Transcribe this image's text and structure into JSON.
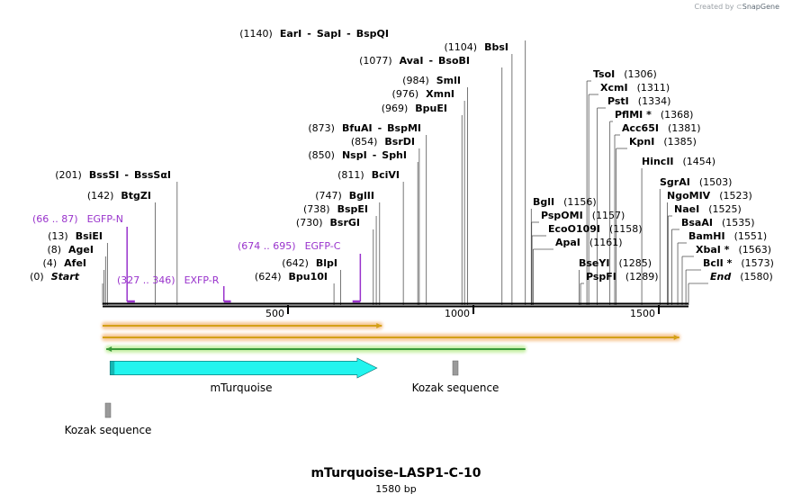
{
  "credit": {
    "prefix": "Created by",
    "brand": "SnapGene"
  },
  "plasmid": {
    "name": "mTurquoise-LASP1-C-10",
    "length_label": "1580 bp",
    "length": 1580
  },
  "axis_ticks": [
    {
      "pos": 500,
      "label": "500"
    },
    {
      "pos": 1000,
      "label": "1000"
    },
    {
      "pos": 1500,
      "label": "1500"
    }
  ],
  "colors": {
    "enzyme": "#000000",
    "primer": "#9933cc",
    "cds": "#22f4ee",
    "orf_fill": "#d4a017",
    "orf_glow": "#f7c896",
    "orf_rev_fill": "#3a9a3a",
    "orf_rev_glow": "#c9f0a8",
    "misc": "#9a9a9a"
  },
  "sites": [
    {
      "pos": 0,
      "text": "(0)",
      "name": "Start",
      "italic": true
    },
    {
      "pos": 4,
      "text": "(4)",
      "name": "AfeI"
    },
    {
      "pos": 8,
      "text": "(8)",
      "name": "AgeI"
    },
    {
      "pos": 13,
      "text": "(13)",
      "name": "BsiEI"
    },
    {
      "pos": 142,
      "text": "(142)",
      "name": "BtgZI"
    },
    {
      "pos": 201,
      "text": "(201)",
      "name": "BssSI",
      "extra": [
        "BssSαI"
      ]
    },
    {
      "pos": 624,
      "text": "(624)",
      "name": "Bpu10I"
    },
    {
      "pos": 642,
      "text": "(642)",
      "name": "BlpI"
    },
    {
      "pos": 730,
      "text": "(730)",
      "name": "BsrGI"
    },
    {
      "pos": 738,
      "text": "(738)",
      "name": "BspEI"
    },
    {
      "pos": 747,
      "text": "(747)",
      "name": "BglII"
    },
    {
      "pos": 811,
      "text": "(811)",
      "name": "BciVI"
    },
    {
      "pos": 850,
      "text": "(850)",
      "name": "NspI",
      "extra": [
        "SphI"
      ]
    },
    {
      "pos": 854,
      "text": "(854)",
      "name": "BsrDI"
    },
    {
      "pos": 873,
      "text": "(873)",
      "name": "BfuAI",
      "extra": [
        "BspMI"
      ]
    },
    {
      "pos": 969,
      "text": "(969)",
      "name": "BpuEI"
    },
    {
      "pos": 976,
      "text": "(976)",
      "name": "XmnI"
    },
    {
      "pos": 984,
      "text": "(984)",
      "name": "SmlI"
    },
    {
      "pos": 1077,
      "text": "(1077)",
      "name": "AvaI",
      "extra": [
        "BsoBI"
      ]
    },
    {
      "pos": 1104,
      "text": "(1104)",
      "name": "BbsI"
    },
    {
      "pos": 1140,
      "text": "(1140)",
      "name": "EarI",
      "extra": [
        "SapI",
        "BspQI"
      ]
    },
    {
      "pos": 1156,
      "text": "(1156)",
      "name": "BglI"
    },
    {
      "pos": 1157,
      "text": "(1157)",
      "name": "PspOMI"
    },
    {
      "pos": 1158,
      "text": "(1158)",
      "name": "EcoO109I"
    },
    {
      "pos": 1161,
      "text": "(1161)",
      "name": "ApaI"
    },
    {
      "pos": 1285,
      "text": "(1285)",
      "name": "BseYI"
    },
    {
      "pos": 1289,
      "text": "(1289)",
      "name": "PspFI"
    },
    {
      "pos": 1306,
      "text": "(1306)",
      "name": "TsoI"
    },
    {
      "pos": 1311,
      "text": "(1311)",
      "name": "XcmI"
    },
    {
      "pos": 1334,
      "text": "(1334)",
      "name": "PstI"
    },
    {
      "pos": 1368,
      "text": "(1368)",
      "name": "PflMI *"
    },
    {
      "pos": 1381,
      "text": "(1381)",
      "name": "Acc65I"
    },
    {
      "pos": 1385,
      "text": "(1385)",
      "name": "KpnI"
    },
    {
      "pos": 1454,
      "text": "(1454)",
      "name": "HincII"
    },
    {
      "pos": 1503,
      "text": "(1503)",
      "name": "SgrAI"
    },
    {
      "pos": 1523,
      "text": "(1523)",
      "name": "NgoMIV"
    },
    {
      "pos": 1525,
      "text": "(1525)",
      "name": "NaeI"
    },
    {
      "pos": 1535,
      "text": "(1535)",
      "name": "BsaAI"
    },
    {
      "pos": 1551,
      "text": "(1551)",
      "name": "BamHI"
    },
    {
      "pos": 1563,
      "text": "(1563)",
      "name": "XbaI *"
    },
    {
      "pos": 1573,
      "text": "(1573)",
      "name": "BclI *"
    },
    {
      "pos": 1580,
      "text": "(1580)",
      "name": "End",
      "italic": true
    }
  ],
  "primers": [
    {
      "range": "(66 .. 87)",
      "name": "EGFP-N",
      "start": 66,
      "end": 87,
      "direction": "reverse"
    },
    {
      "range": "(327 .. 346)",
      "name": "EXFP-R",
      "start": 327,
      "end": 346,
      "direction": "reverse"
    },
    {
      "range": "(674 .. 695)",
      "name": "EGFP-C",
      "start": 674,
      "end": 695,
      "direction": "forward"
    }
  ],
  "orfs": [
    {
      "start": 0,
      "end": 753,
      "direction": "forward"
    },
    {
      "start": 0,
      "end": 1555,
      "direction": "forward"
    },
    {
      "start": 10,
      "end": 1140,
      "direction": "reverse"
    }
  ],
  "features": [
    {
      "name": "mTurquoise",
      "type": "cds",
      "start": 20,
      "end": 740
    },
    {
      "name": "Kozak sequence",
      "type": "misc",
      "start": 960,
      "end": 970
    },
    {
      "name": "Kozak sequence",
      "type": "misc",
      "start": 13,
      "end": 20
    }
  ]
}
